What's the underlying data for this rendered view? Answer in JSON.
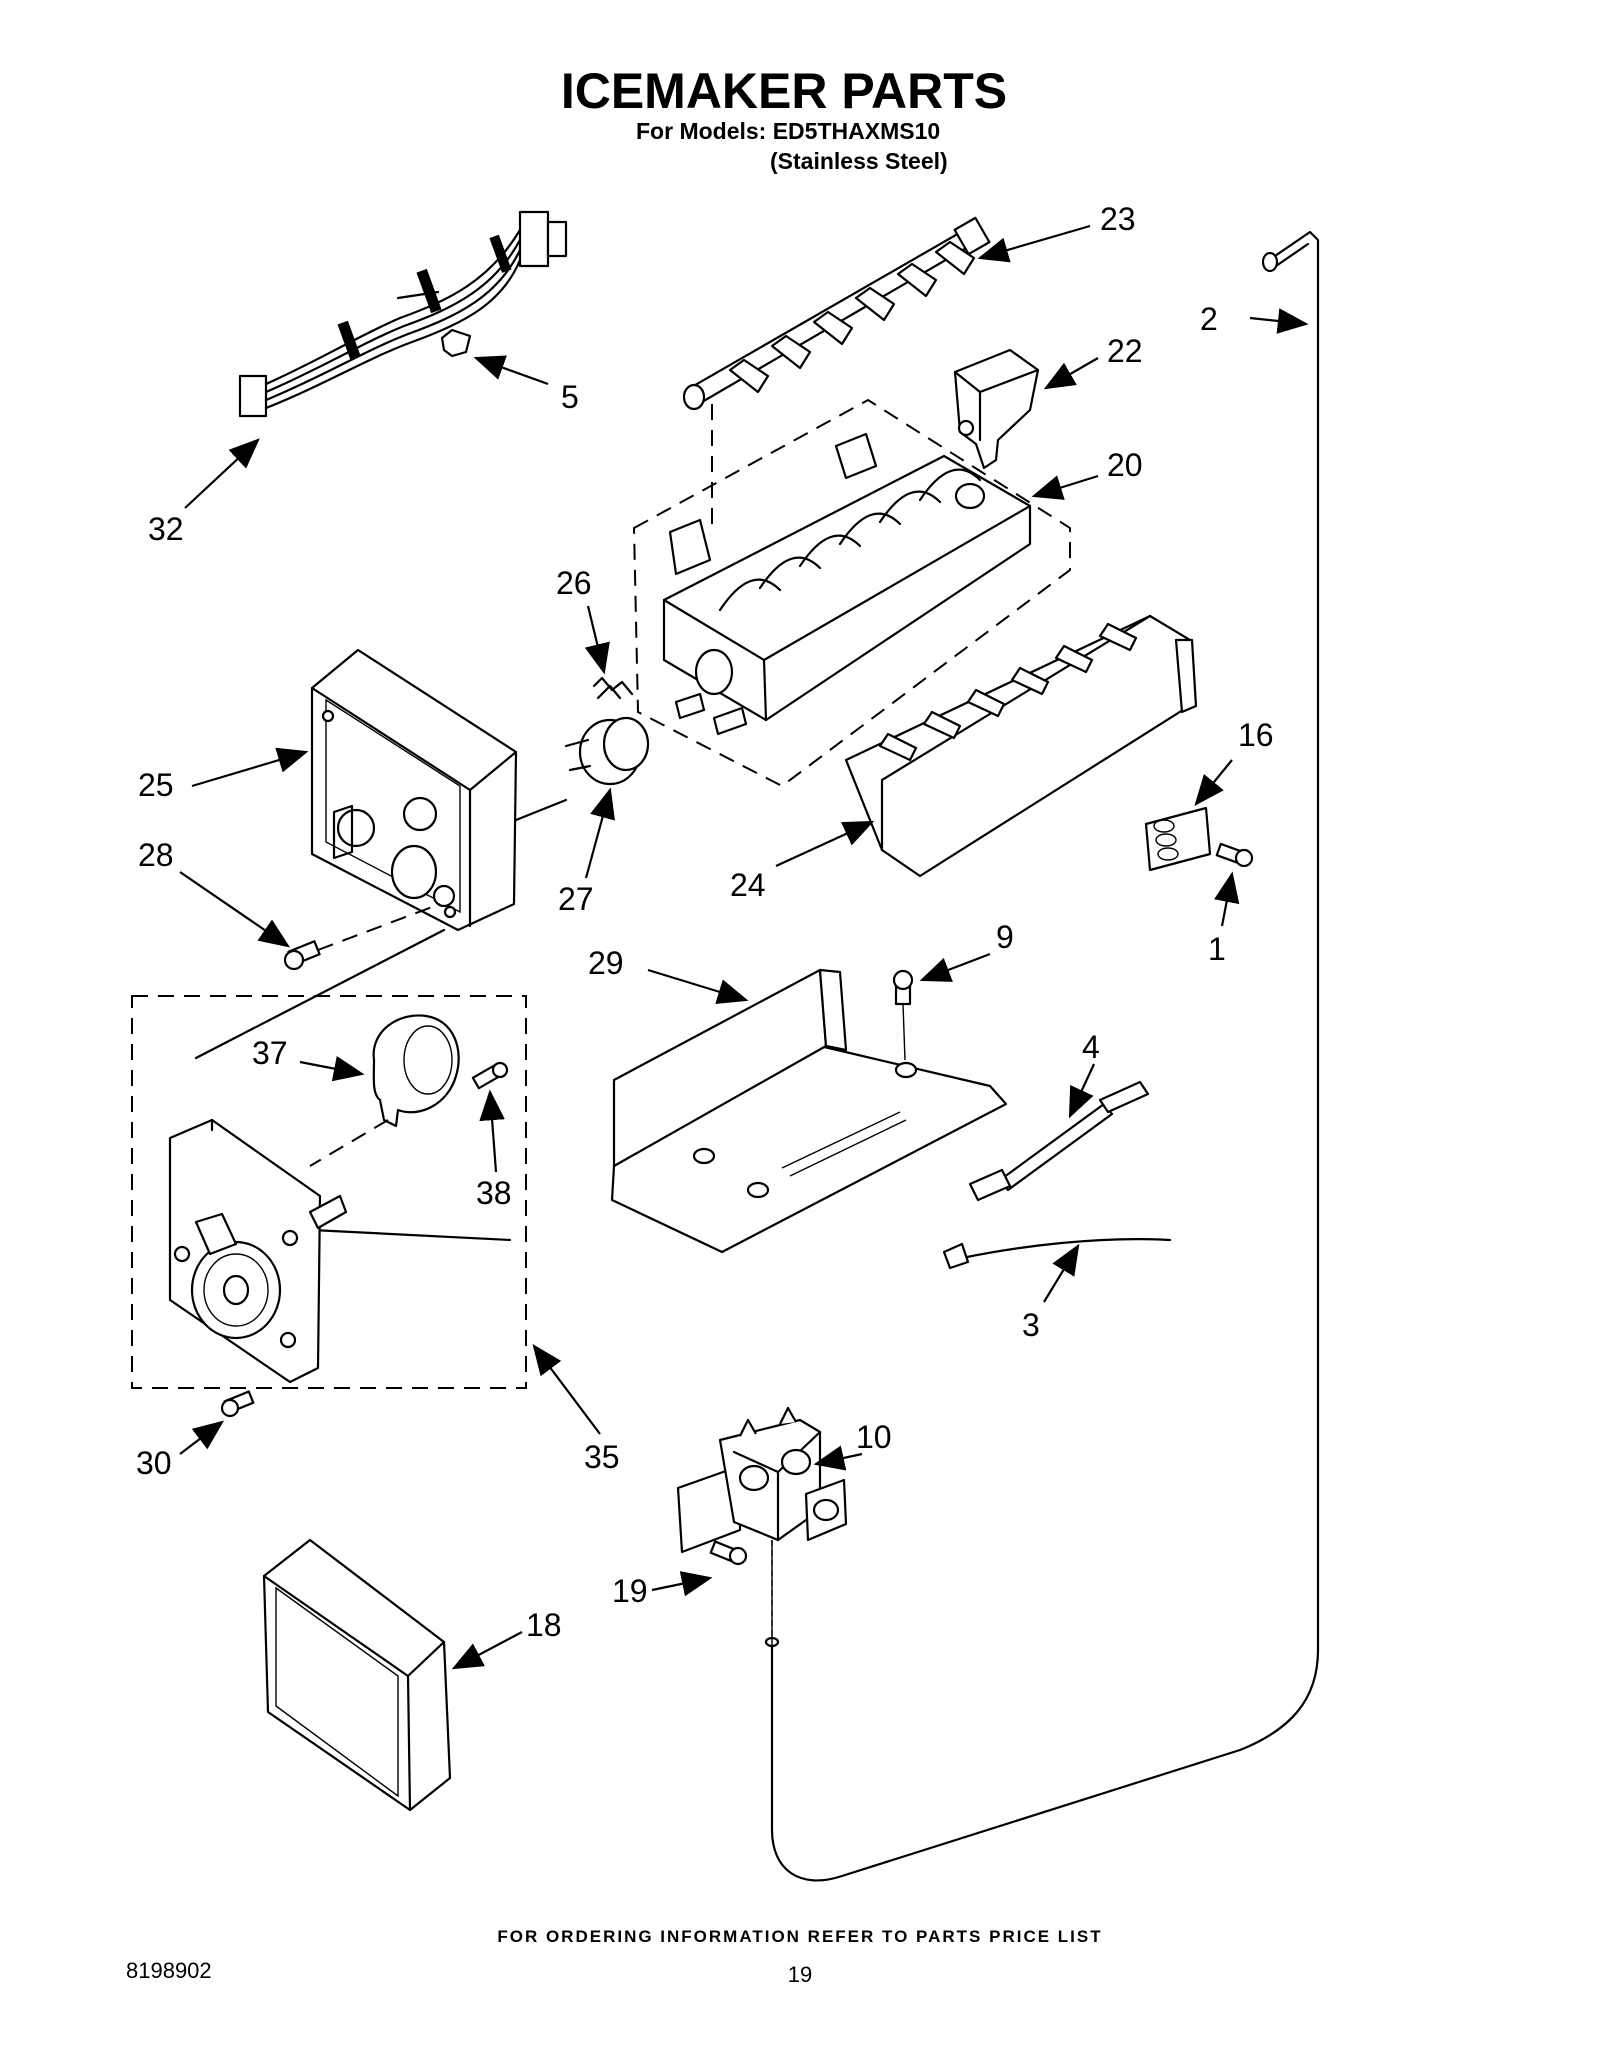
{
  "header": {
    "title": "ICEMAKER PARTS",
    "models_line": "For Models: ED5THAXMS10",
    "variant_line": "(Stainless Steel)"
  },
  "callouts": {
    "c1": "1",
    "c2": "2",
    "c3": "3",
    "c4": "4",
    "c5": "5",
    "c9": "9",
    "c10": "10",
    "c16": "16",
    "c18": "18",
    "c19": "19",
    "c20": "20",
    "c22": "22",
    "c23": "23",
    "c24": "24",
    "c25": "25",
    "c26": "26",
    "c27": "27",
    "c28": "28",
    "c29": "29",
    "c30": "30",
    "c32": "32",
    "c35": "35",
    "c37": "37",
    "c38": "38"
  },
  "footer": {
    "ordering_note": "FOR ORDERING INFORMATION REFER TO PARTS PRICE LIST",
    "doc_number": "8198902",
    "page_number": "19"
  }
}
